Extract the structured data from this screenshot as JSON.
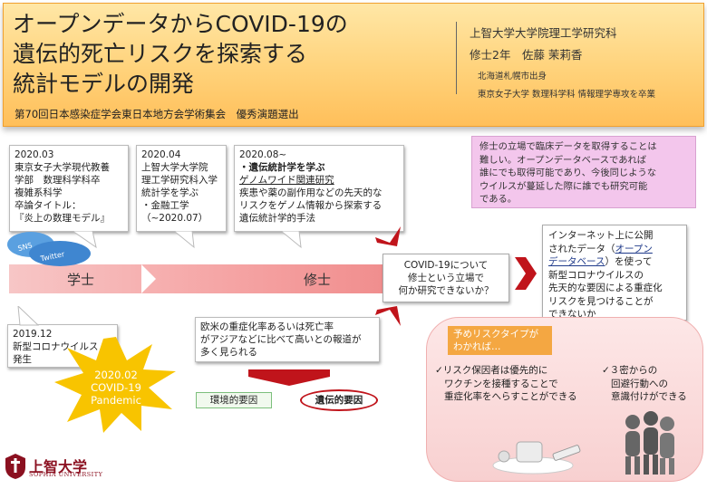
{
  "header": {
    "title_line1": "オープンデータからCOVID-19の",
    "title_line2": "遺伝的死亡リスクを探索する",
    "title_line3": "統計モデルの開発",
    "subtitle": "第70回日本感染症学会東日本地方会学術集会　優秀演題選出",
    "affiliation": "上智大学大学院理工学研究科",
    "author": "修士2年　佐藤 茉莉香",
    "origin": "北海道札幌市出身",
    "education": "東京女子大学 数理科学科 情報理学専攻を卒業"
  },
  "timeline": {
    "bachelor_label": "学士",
    "master_label": "修士"
  },
  "events": {
    "e2020_03": {
      "date": "2020.03",
      "line1": "東京女子大学現代教養",
      "line2": "学部　数理科学科卒",
      "line3": "複雑系科学",
      "line4": "卒論タイトル：",
      "line5": "『炎上の数理モデル』"
    },
    "e2020_04": {
      "date": "2020.04",
      "line1": "上智大学大学院",
      "line2": "理工学研究科入学",
      "line3": "統計学を学ぶ",
      "line4": "・金融工学",
      "line5": "（~2020.07）"
    },
    "e2020_08": {
      "date": "2020.08~",
      "line1": "・遺伝統計学を学ぶ",
      "line2": "ゲノムワイド関連研究",
      "line3": "疾患や薬の副作用などの先天的な",
      "line4": "リスクをゲノム情報から探索する",
      "line5": "遺伝統計学的手法"
    },
    "e2019_12": {
      "date": "2019.12",
      "line1": "新型コロナウイルス",
      "line2": "発生"
    }
  },
  "sns_bubble": "SNS",
  "twitter_bubble": "Twitter",
  "pandemic": {
    "line1": "2020.02",
    "line2": "COVID-19",
    "line3": "Pandemic"
  },
  "pink_note": {
    "line1": "修士の立場で臨床データを取得することは",
    "line2": "難しい。オープンデータベースであれば",
    "line3": "誰にでも取得可能であり、今後同じような",
    "line4": "ウイルスが蔓延した際に誰でも研究可能",
    "line5": "である。"
  },
  "covid_question": {
    "line1": "COVID-19について",
    "line2": "修士という立場で",
    "line3": "何か研究できないか？"
  },
  "severity_note": {
    "line1": "欧米の重症化率あるいは死亡率",
    "line2": "がアジアなどに比べて高いとの報道が",
    "line3": "多く見られる"
  },
  "factors": {
    "environmental": "環境的要因",
    "genetic": "遺伝的要因"
  },
  "info_box": {
    "line1": "インターネット上に公開",
    "line2a": "されたデータ（",
    "line2b": "オープン",
    "line3a": "データベース",
    "line3b": "）を使って",
    "line4": "新型コロナウイルスの",
    "line5": "先天的な要因による重症化",
    "line6": "リスクを見つけることが",
    "line7": "できないか"
  },
  "risk_panel": {
    "tag_line1": "予めリスクタイプが",
    "tag_line2": "わかれば…",
    "left1": "✓リスク保因者は優先的に",
    "left2": "ワクチンを接種することで",
    "left3": "重症化率をへらすことができる",
    "right1": "✓３密からの",
    "right2": "回避行動への",
    "right3": "意識付けができる"
  },
  "logo": {
    "name": "上智大学",
    "english": "SOPHIA UNIVERSITY"
  },
  "colors": {
    "header_orange": "#ffd27a",
    "timeline_pink": "#f5a3a3",
    "arrow_red": "#c0141b",
    "pink_note": "#f3c6ec",
    "tag_orange": "#f4a742",
    "burst_yellow": "#f8c400",
    "sophia_red": "#8b1020"
  }
}
